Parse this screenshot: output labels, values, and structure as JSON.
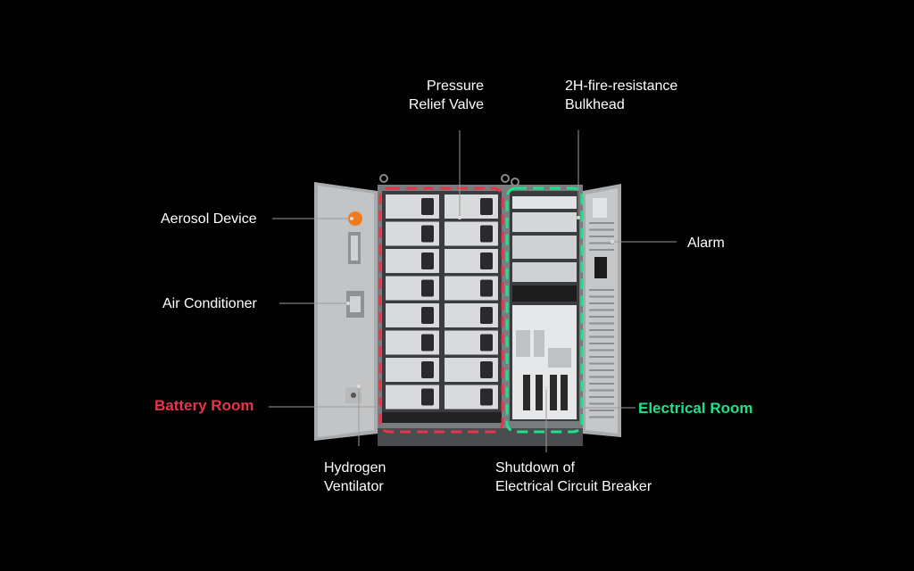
{
  "colors": {
    "background": "#000000",
    "battery": "#e8334a",
    "electrical": "#1ee28a",
    "text": "#ffffff"
  },
  "labels": {
    "pressure_relief_valve": "Pressure\nRelief Valve",
    "bulkhead": "2H-fire-resistance\nBulkhead",
    "aerosol_device": "Aerosol Device",
    "alarm": "Alarm",
    "air_conditioner": "Air Conditioner",
    "battery_room": "Battery Room",
    "electrical_room": "Electrical Room",
    "hydrogen_ventilator": "Hydrogen\nVentilator",
    "shutdown_breaker": "Shutdown of\nElectrical Circuit Breaker"
  }
}
